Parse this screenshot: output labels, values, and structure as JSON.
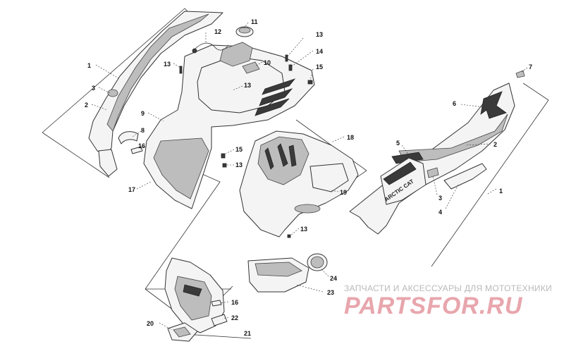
{
  "callouts": {
    "c1_left": "1",
    "c1_right": "1",
    "c2_left": "2",
    "c2_right": "2",
    "c3_left": "3",
    "c3_right": "3",
    "c4": "4",
    "c5": "5",
    "c6": "6",
    "c7": "7",
    "c8": "8",
    "c9": "9",
    "c10": "10",
    "c11": "11",
    "c12": "12",
    "c13_a": "13",
    "c13_b": "13",
    "c13_c": "13",
    "c13_d": "13",
    "c13_e": "13",
    "c14": "14",
    "c15_a": "15",
    "c15_b": "15",
    "c16_a": "16",
    "c16_b": "16",
    "c17": "17",
    "c18": "18",
    "c19": "19",
    "c20": "20",
    "c21": "21",
    "c22": "22",
    "c23": "23",
    "c24": "24"
  },
  "decal_text": "ARCTIC CAT",
  "watermark": {
    "tagline": "ЗАПЧАСТИ И АКСЕССУАРЫ ДЛЯ МОТОТЕХНИКИ",
    "logo": "PARTSFOR.RU"
  }
}
